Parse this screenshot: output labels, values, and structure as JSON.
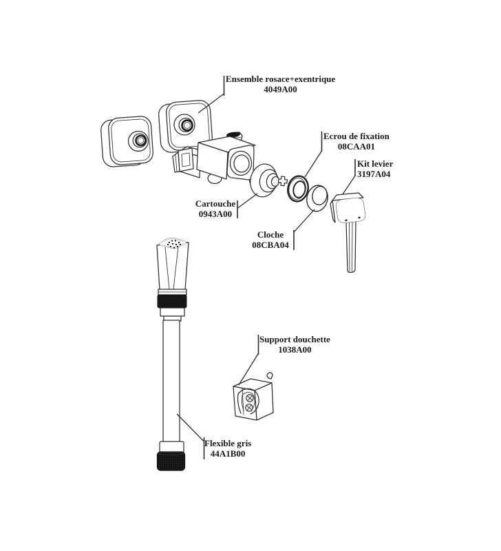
{
  "diagram": {
    "type": "exploded-parts-diagram",
    "labels": {
      "ensemble": {
        "name": "Ensemble rosace+exentrique",
        "code": "4049A00"
      },
      "ecrou": {
        "name": "Ecrou de fixation",
        "code": "08CAA01"
      },
      "kit": {
        "name": "Kit levier",
        "code": "3197A04"
      },
      "cartouche": {
        "name": "Cartouche",
        "code": "0943A00"
      },
      "cloche": {
        "name": "Cloche",
        "code": "08CBA04"
      },
      "support": {
        "name": "Support douchette",
        "code": "1038A00"
      },
      "flexible": {
        "name": "Flexible gris",
        "code": "44A1B00"
      }
    },
    "colors": {
      "background": "#ffffff",
      "line": "#2d2d2d",
      "text": "#1a1a1a",
      "dark_fill": "#161616"
    }
  }
}
